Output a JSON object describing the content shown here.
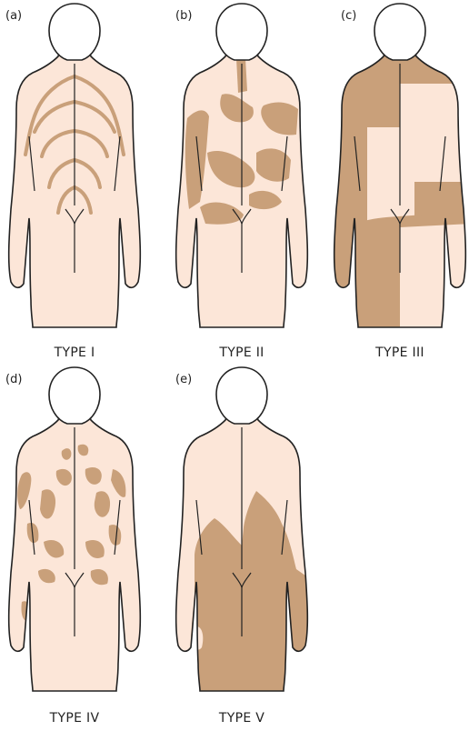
{
  "figure": {
    "colors": {
      "skin": "#FCE6D8",
      "pigment": "#C9A07A",
      "outline": "#222222",
      "head_fill": "#FFFFFF"
    },
    "panels": [
      {
        "letter": "(a)",
        "caption": "TYPE I"
      },
      {
        "letter": "(b)",
        "caption": "TYPE II"
      },
      {
        "letter": "(c)",
        "caption": "TYPE III"
      },
      {
        "letter": "(d)",
        "caption": "TYPE IV"
      },
      {
        "letter": "(e)",
        "caption": "TYPE V"
      }
    ]
  }
}
